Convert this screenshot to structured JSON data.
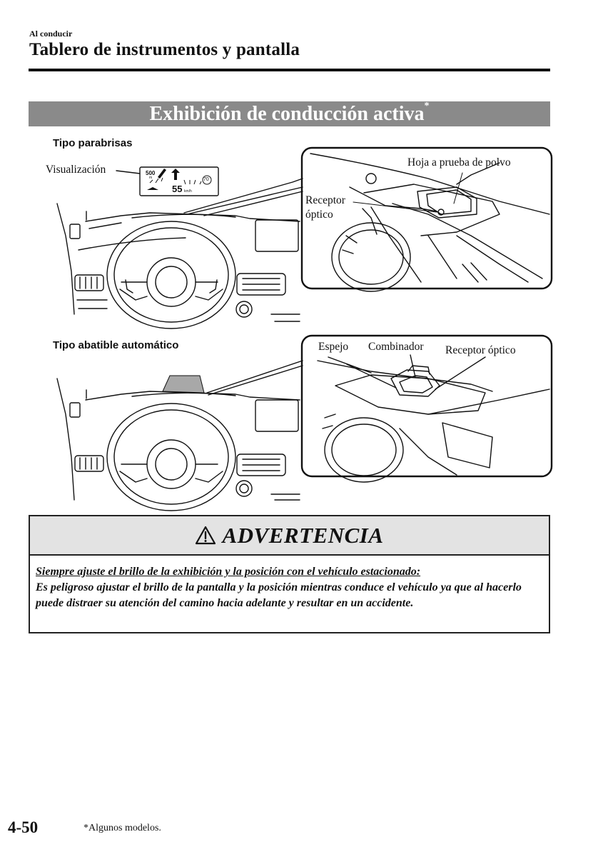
{
  "header": {
    "section": "Al conducir",
    "title": "Tablero de instrumentos y pantalla"
  },
  "banner": {
    "title": "Exhibición de conducción activa",
    "mark": "*"
  },
  "figure1": {
    "label": "Tipo parabrisas",
    "callouts": {
      "display": "Visualización",
      "dust_sheet": "Hoja a prueba de polvo",
      "sensor_line1": "Receptor",
      "sensor_line2": "óptico"
    },
    "hud": {
      "distance": "500",
      "distance_unit": "m",
      "speed": "55",
      "speed_unit": "km/h",
      "limit": "70"
    }
  },
  "figure2": {
    "label": "Tipo abatible automático",
    "callouts": {
      "mirror": "Espejo",
      "combiner": "Combinador",
      "sensor": "Receptor óptico"
    }
  },
  "warning": {
    "title": "ADVERTENCIA",
    "lead": "Siempre ajuste el brillo de la exhibición y la posición con el vehículo estacionado:",
    "body": "Es peligroso ajustar el brillo de la pantalla y la posición mientras conduce el vehículo ya que al hacerlo puede distraer su atención del camino hacia adelante y resultar en un accidente."
  },
  "footer": {
    "page": "4-50",
    "note": "*Algunos modelos."
  }
}
